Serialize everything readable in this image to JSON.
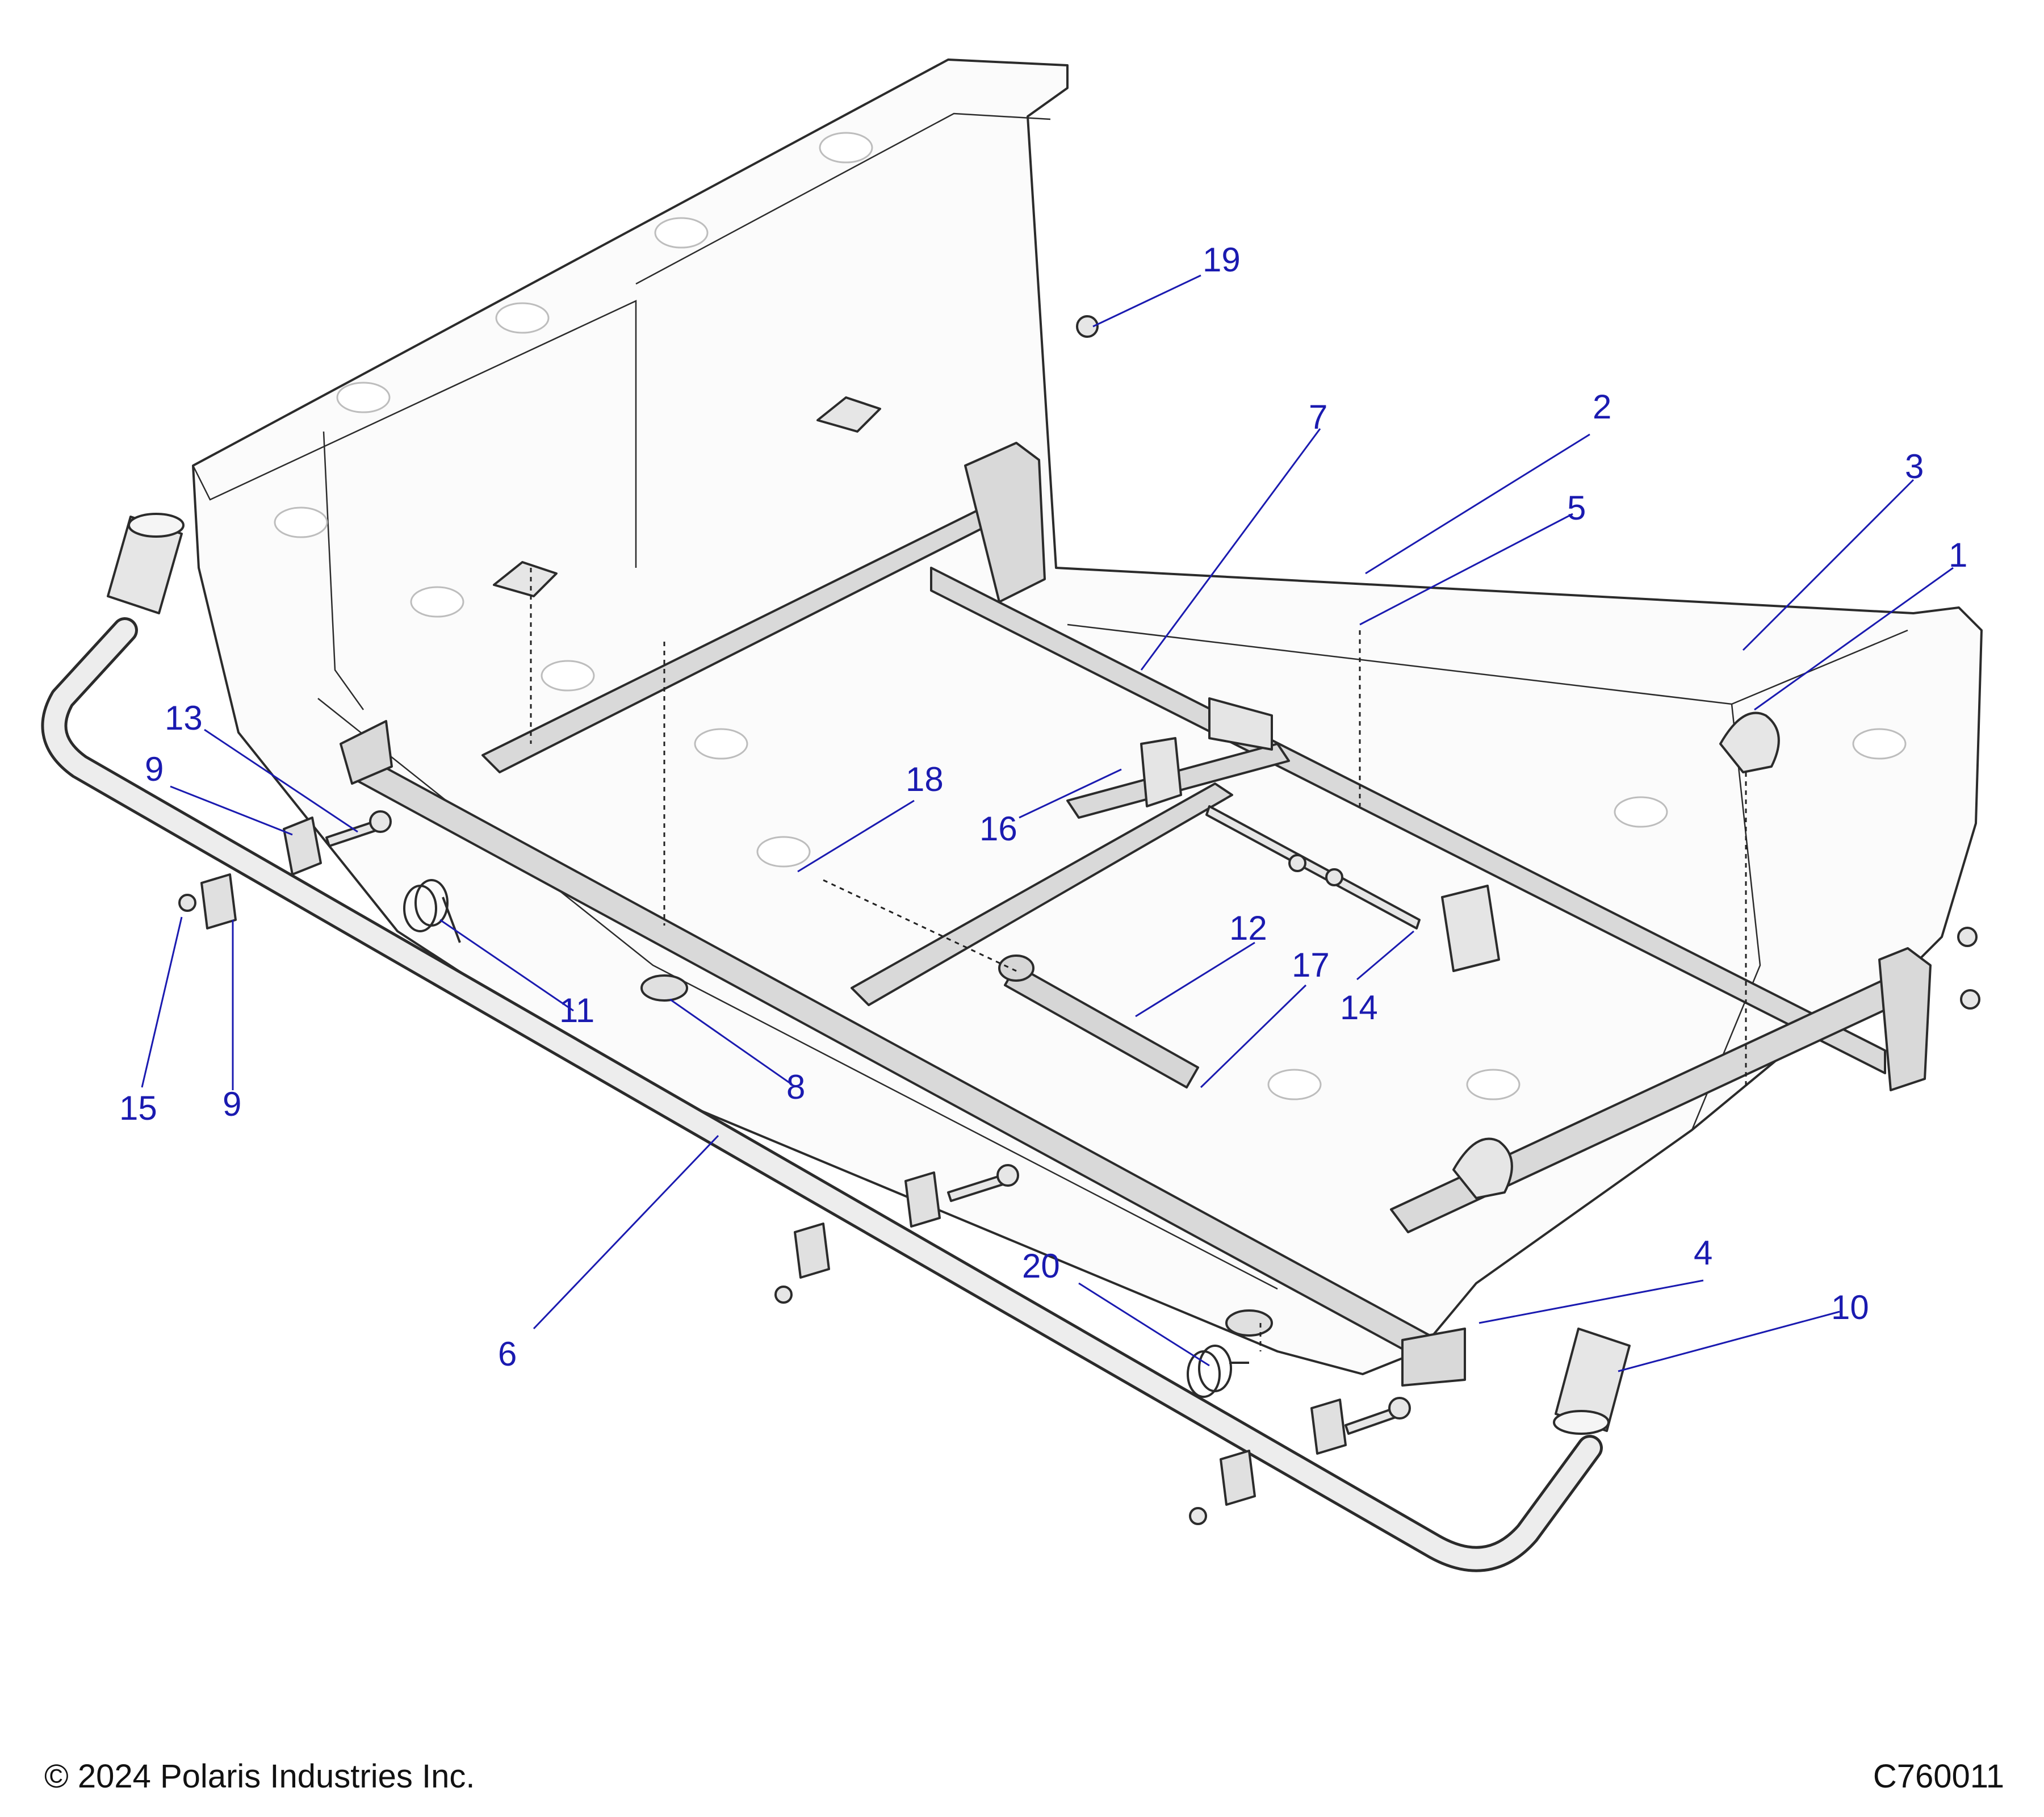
{
  "footer": {
    "copyright": "© 2024 Polaris Industries Inc.",
    "diagram_code": "C760011"
  },
  "callouts": [
    "1",
    "2",
    "3",
    "4",
    "5",
    "6",
    "7",
    "8",
    "9",
    "9",
    "10",
    "11",
    "12",
    "13",
    "14",
    "15",
    "16",
    "17",
    "18",
    "19",
    "20"
  ],
  "colors": {
    "callout": "#1a1ab0",
    "frame_fill": "#d9d9d9",
    "bed_fill": "#fbfbfb",
    "outline": "#2b2b2b"
  }
}
